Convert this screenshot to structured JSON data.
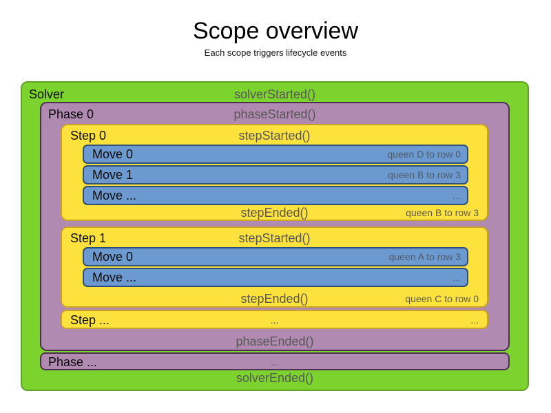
{
  "title": "Scope overview",
  "subtitle": "Each scope triggers lifecycle events",
  "colors": {
    "solver_fill": "#7dd32e",
    "solver_border": "#5fa226",
    "phase_fill": "#b18ab1",
    "phase_border": "#4f2d56",
    "step_fill": "#fde23e",
    "step_border": "#c9a227",
    "move_fill": "#6b99d0",
    "move_border": "#2e4f77",
    "event_text": "#575757",
    "title_text": "#000000"
  },
  "solver": {
    "label": "Solver",
    "started": "solverStarted()",
    "ended": "solverEnded()",
    "phase0": {
      "label": "Phase 0",
      "started": "phaseStarted()",
      "ended": "phaseEnded()",
      "steps": [
        {
          "label": "Step 0",
          "started": "stepStarted()",
          "ended": "stepEnded()",
          "ended_note": "queen B to row 3",
          "moves": [
            {
              "label": "Move 0",
              "note": "queen D to row 0"
            },
            {
              "label": "Move 1",
              "note": "queen B to row 3"
            },
            {
              "label": "Move ...",
              "note": "..."
            }
          ]
        },
        {
          "label": "Step 1",
          "started": "stepStarted()",
          "ended": "stepEnded()",
          "ended_note": "queen C to row 0",
          "moves": [
            {
              "label": "Move 0",
              "note": "queen A to row 3"
            },
            {
              "label": "Move ...",
              "note": "..."
            }
          ]
        }
      ],
      "step_more": {
        "label": "Step ...",
        "center": "...",
        "right": "..."
      }
    },
    "phase_more": {
      "label": "Phase ...",
      "center": "..."
    }
  }
}
